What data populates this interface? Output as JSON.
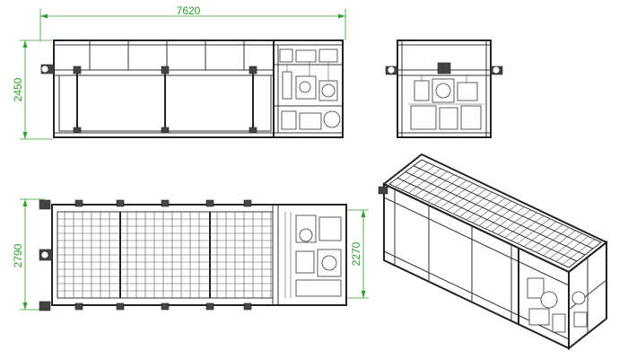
{
  "dimensions": {
    "overall_length": "7620",
    "height": "2450",
    "width_outer": "2790",
    "width_inner": "2270"
  },
  "colors": {
    "dimension": "#2e9e2e",
    "line": "#333333",
    "background": "#ffffff"
  }
}
